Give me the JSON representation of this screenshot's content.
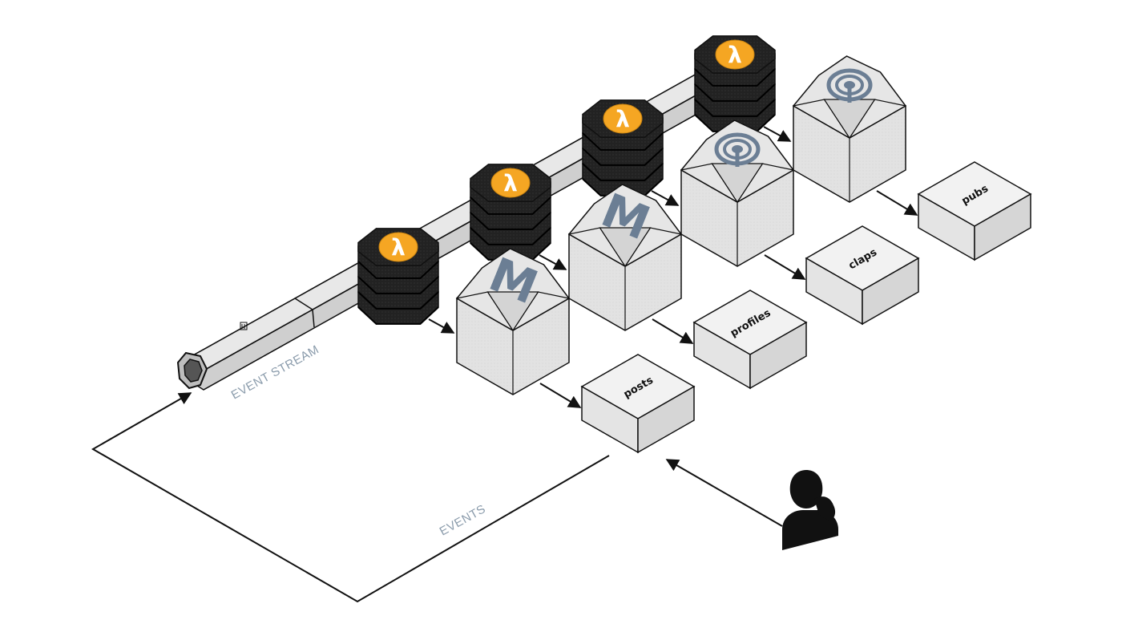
{
  "stream": {
    "label": "EVENT STREAM"
  },
  "events": {
    "label": "EVENTS"
  },
  "functions": [
    {
      "icon": "lambda-icon",
      "glyph": "λ"
    },
    {
      "icon": "lambda-icon",
      "glyph": "λ"
    },
    {
      "icon": "lambda-icon",
      "glyph": "λ"
    },
    {
      "icon": "lambda-icon",
      "glyph": "λ"
    }
  ],
  "services": [
    {
      "icon": "mongodb-m-icon",
      "glyph": "M"
    },
    {
      "icon": "mongodb-m-icon",
      "glyph": "M"
    },
    {
      "icon": "broadcast-icon",
      "glyph": ""
    },
    {
      "icon": "broadcast-icon",
      "glyph": ""
    }
  ],
  "tables": [
    {
      "label": "posts"
    },
    {
      "label": "profiles"
    },
    {
      "label": "claps"
    },
    {
      "label": "pubs"
    }
  ],
  "user": {
    "icon": "user-icon"
  },
  "colors": {
    "lambda_accent": "#f5a623",
    "function_body": "#1f1f1f",
    "service_face": "#d9d9d9",
    "service_top": "#e6e6e6",
    "table_face": "#ececec",
    "label_muted": "#8a9bab",
    "logo_gray": "#6b7e94"
  }
}
